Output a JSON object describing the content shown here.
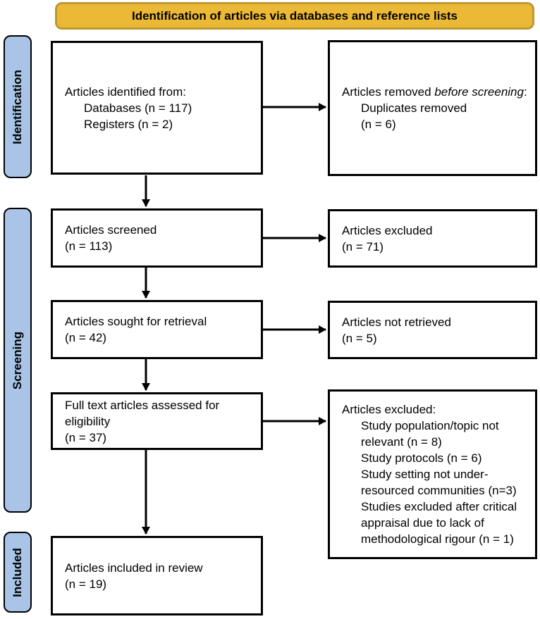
{
  "banner": {
    "title": "Identification of articles via databases and reference lists"
  },
  "colors": {
    "banner_fill": "#EBB935",
    "banner_border": "#BD9733",
    "stage_fill": "#A9C4E6",
    "line": "#000000"
  },
  "stages": {
    "identification": "Identification",
    "screening": "Screening",
    "included": "Included"
  },
  "boxes": {
    "identified": {
      "heading": "Articles identified from:",
      "items": [
        "Databases (n = 117)",
        "Registers (n = 2)"
      ]
    },
    "removed": {
      "prefix": "Articles removed ",
      "italic": "before screening",
      "suffix": ":",
      "items": [
        "Duplicates removed\n(n = 6)"
      ]
    },
    "screened": {
      "text": "Articles screened\n(n = 113)"
    },
    "excluded_screening": {
      "text": "Articles excluded\n(n = 71)"
    },
    "sought": {
      "text": "Articles sought for retrieval\n(n = 42)"
    },
    "not_retrieved": {
      "text": "Articles not retrieved\n(n = 5)"
    },
    "fulltext": {
      "text": "Full text articles assessed for\neligibility\n(n = 37)"
    },
    "excluded_fulltext": {
      "heading": "Articles excluded:",
      "items": [
        "Study population/topic not\nrelevant (n = 8)",
        "Study protocols (n = 6)",
        "Study setting not under-\nresourced communities (n=3)",
        "Studies excluded after critical\nappraisal due to lack of\nmethodological rigour (n = 1)"
      ]
    },
    "included": {
      "text": "Articles included in review\n(n = 19)"
    }
  }
}
